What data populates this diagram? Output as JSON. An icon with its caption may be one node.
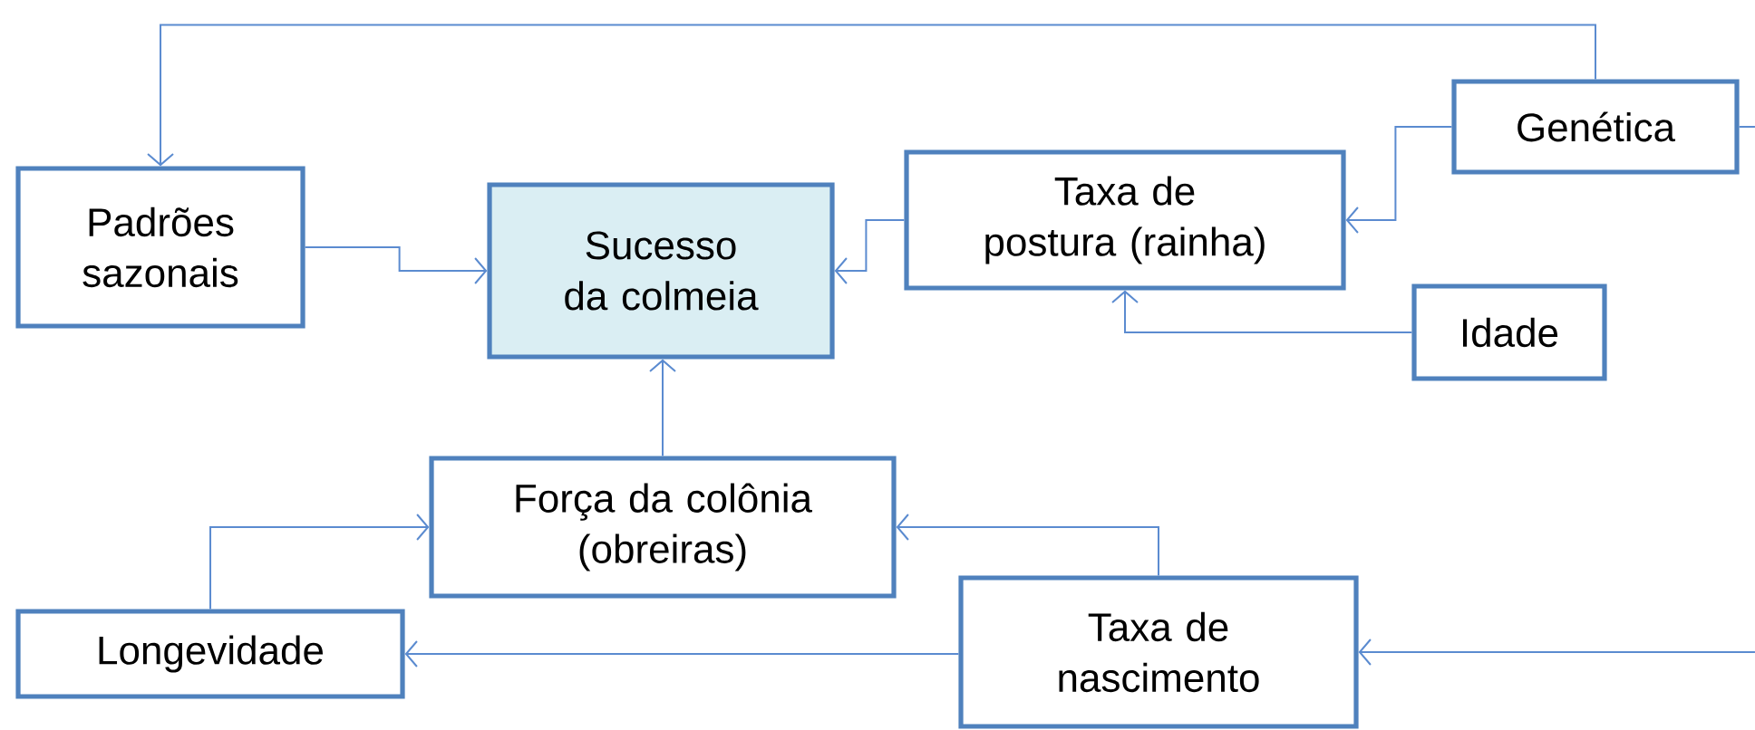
{
  "diagram": {
    "nodes": [
      {
        "text": [
          "Padrões sazonais"
        ]
      },
      {
        "text": [
          "Sucesso da colmeia"
        ]
      },
      {
        "text": [
          "Taxa de postura (rainha)"
        ]
      },
      {
        "text": [
          "Genética"
        ]
      },
      {
        "text": [
          "Idade"
        ]
      },
      {
        "text": [
          "Força da colônia (obreiras)"
        ]
      },
      {
        "text": [
          "Longevidade"
        ]
      },
      {
        "text": [
          "Taxa de nascimento"
        ]
      }
    ],
    "edges": [
      {
        "from": 3,
        "to": 0,
        "arrow": "to"
      },
      {
        "from": 0,
        "to": 1,
        "arrow": "to"
      },
      {
        "from": 2,
        "to": 1,
        "arrow": "to"
      },
      {
        "from": 3,
        "to": 2,
        "arrow": "to"
      },
      {
        "from": 4,
        "to": 2,
        "arrow": "to"
      },
      {
        "from": 5,
        "to": 1,
        "arrow": "to"
      },
      {
        "from": 6,
        "to": 5,
        "arrow": "to"
      },
      {
        "from": 7,
        "to": 5,
        "arrow": "to"
      },
      {
        "from": 7,
        "to": 6,
        "arrow": "to"
      },
      {
        "from": 3,
        "to": null,
        "arrow": "none"
      },
      {
        "from": null,
        "to": 7,
        "arrow": "to"
      }
    ]
  }
}
